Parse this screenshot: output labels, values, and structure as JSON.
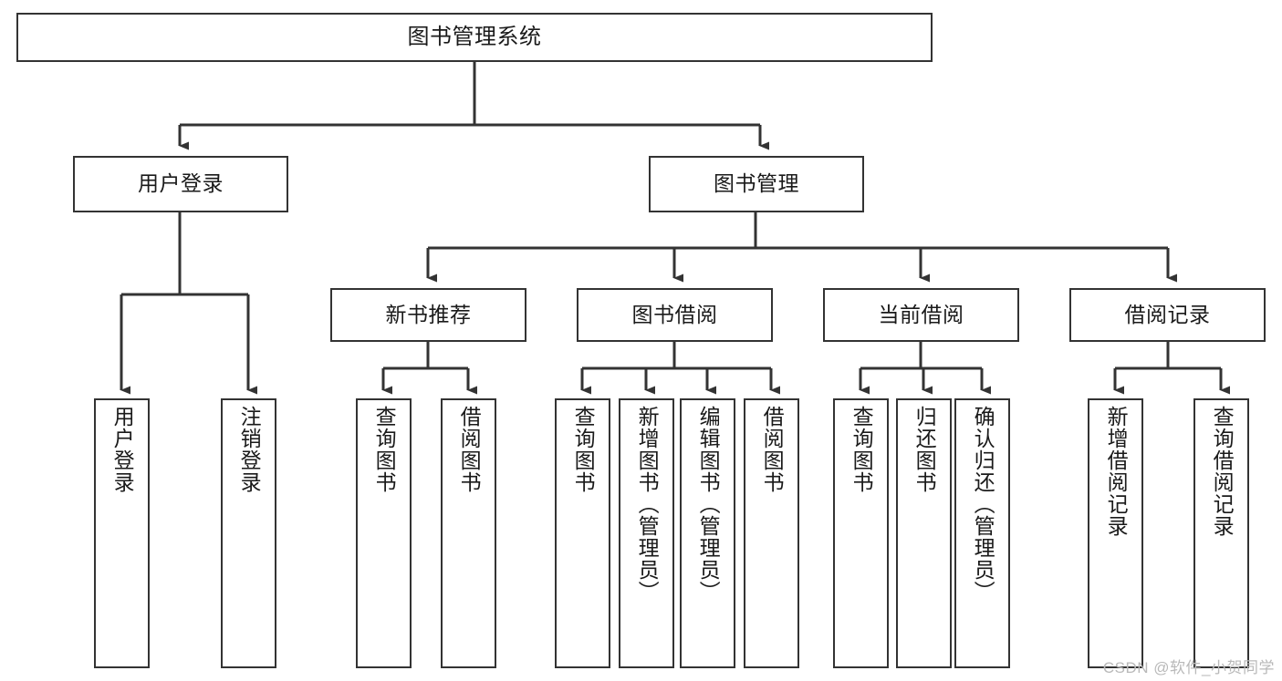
{
  "diagram": {
    "type": "tree-hierarchy",
    "title": "图书管理系统",
    "watermark": "CSDN @软件_小贺同学",
    "colors": {
      "box_border": "#333333",
      "box_fill": "#ffffff",
      "edge": "#333333",
      "text": "#1a1a1a",
      "watermark": "#b9b9b9"
    },
    "nodes": {
      "root": {
        "label": "图书管理系统",
        "level": 1,
        "orientation": "horizontal"
      },
      "level2": [
        {
          "id": "user-login",
          "label": "用户登录",
          "orientation": "horizontal"
        },
        {
          "id": "book-management",
          "label": "图书管理",
          "orientation": "horizontal"
        }
      ],
      "level3": [
        {
          "id": "new-book-recommend",
          "label": "新书推荐",
          "orientation": "horizontal"
        },
        {
          "id": "book-borrow",
          "label": "图书借阅",
          "orientation": "horizontal"
        },
        {
          "id": "current-borrow",
          "label": "当前借阅",
          "orientation": "horizontal"
        },
        {
          "id": "borrow-record",
          "label": "借阅记录",
          "orientation": "horizontal"
        }
      ],
      "leaves": {
        "user-login": [
          {
            "id": "leaf-user-login",
            "label": "用户登录",
            "orientation": "vertical"
          },
          {
            "id": "leaf-logout",
            "label": "注销登录",
            "orientation": "vertical"
          }
        ],
        "new-book-recommend": [
          {
            "id": "leaf-query-book-1",
            "label": "查询图书",
            "orientation": "vertical"
          },
          {
            "id": "leaf-borrow-book-1",
            "label": "借阅图书",
            "orientation": "vertical"
          }
        ],
        "book-borrow": [
          {
            "id": "leaf-query-book-2",
            "label": "查询图书",
            "orientation": "vertical"
          },
          {
            "id": "leaf-add-book",
            "label": "新增图书（管理员）",
            "orientation": "vertical"
          },
          {
            "id": "leaf-edit-book",
            "label": "编辑图书（管理员）",
            "orientation": "vertical"
          },
          {
            "id": "leaf-borrow-book-2",
            "label": "借阅图书",
            "orientation": "vertical"
          }
        ],
        "current-borrow": [
          {
            "id": "leaf-query-book-3",
            "label": "查询图书",
            "orientation": "vertical"
          },
          {
            "id": "leaf-return-book",
            "label": "归还图书",
            "orientation": "vertical"
          },
          {
            "id": "leaf-confirm-return",
            "label": "确认归还（管理员）",
            "orientation": "vertical"
          }
        ],
        "borrow-record": [
          {
            "id": "leaf-add-record",
            "label": "新增借阅记录",
            "orientation": "vertical"
          },
          {
            "id": "leaf-query-record",
            "label": "查询借阅记录",
            "orientation": "vertical"
          }
        ]
      }
    }
  }
}
